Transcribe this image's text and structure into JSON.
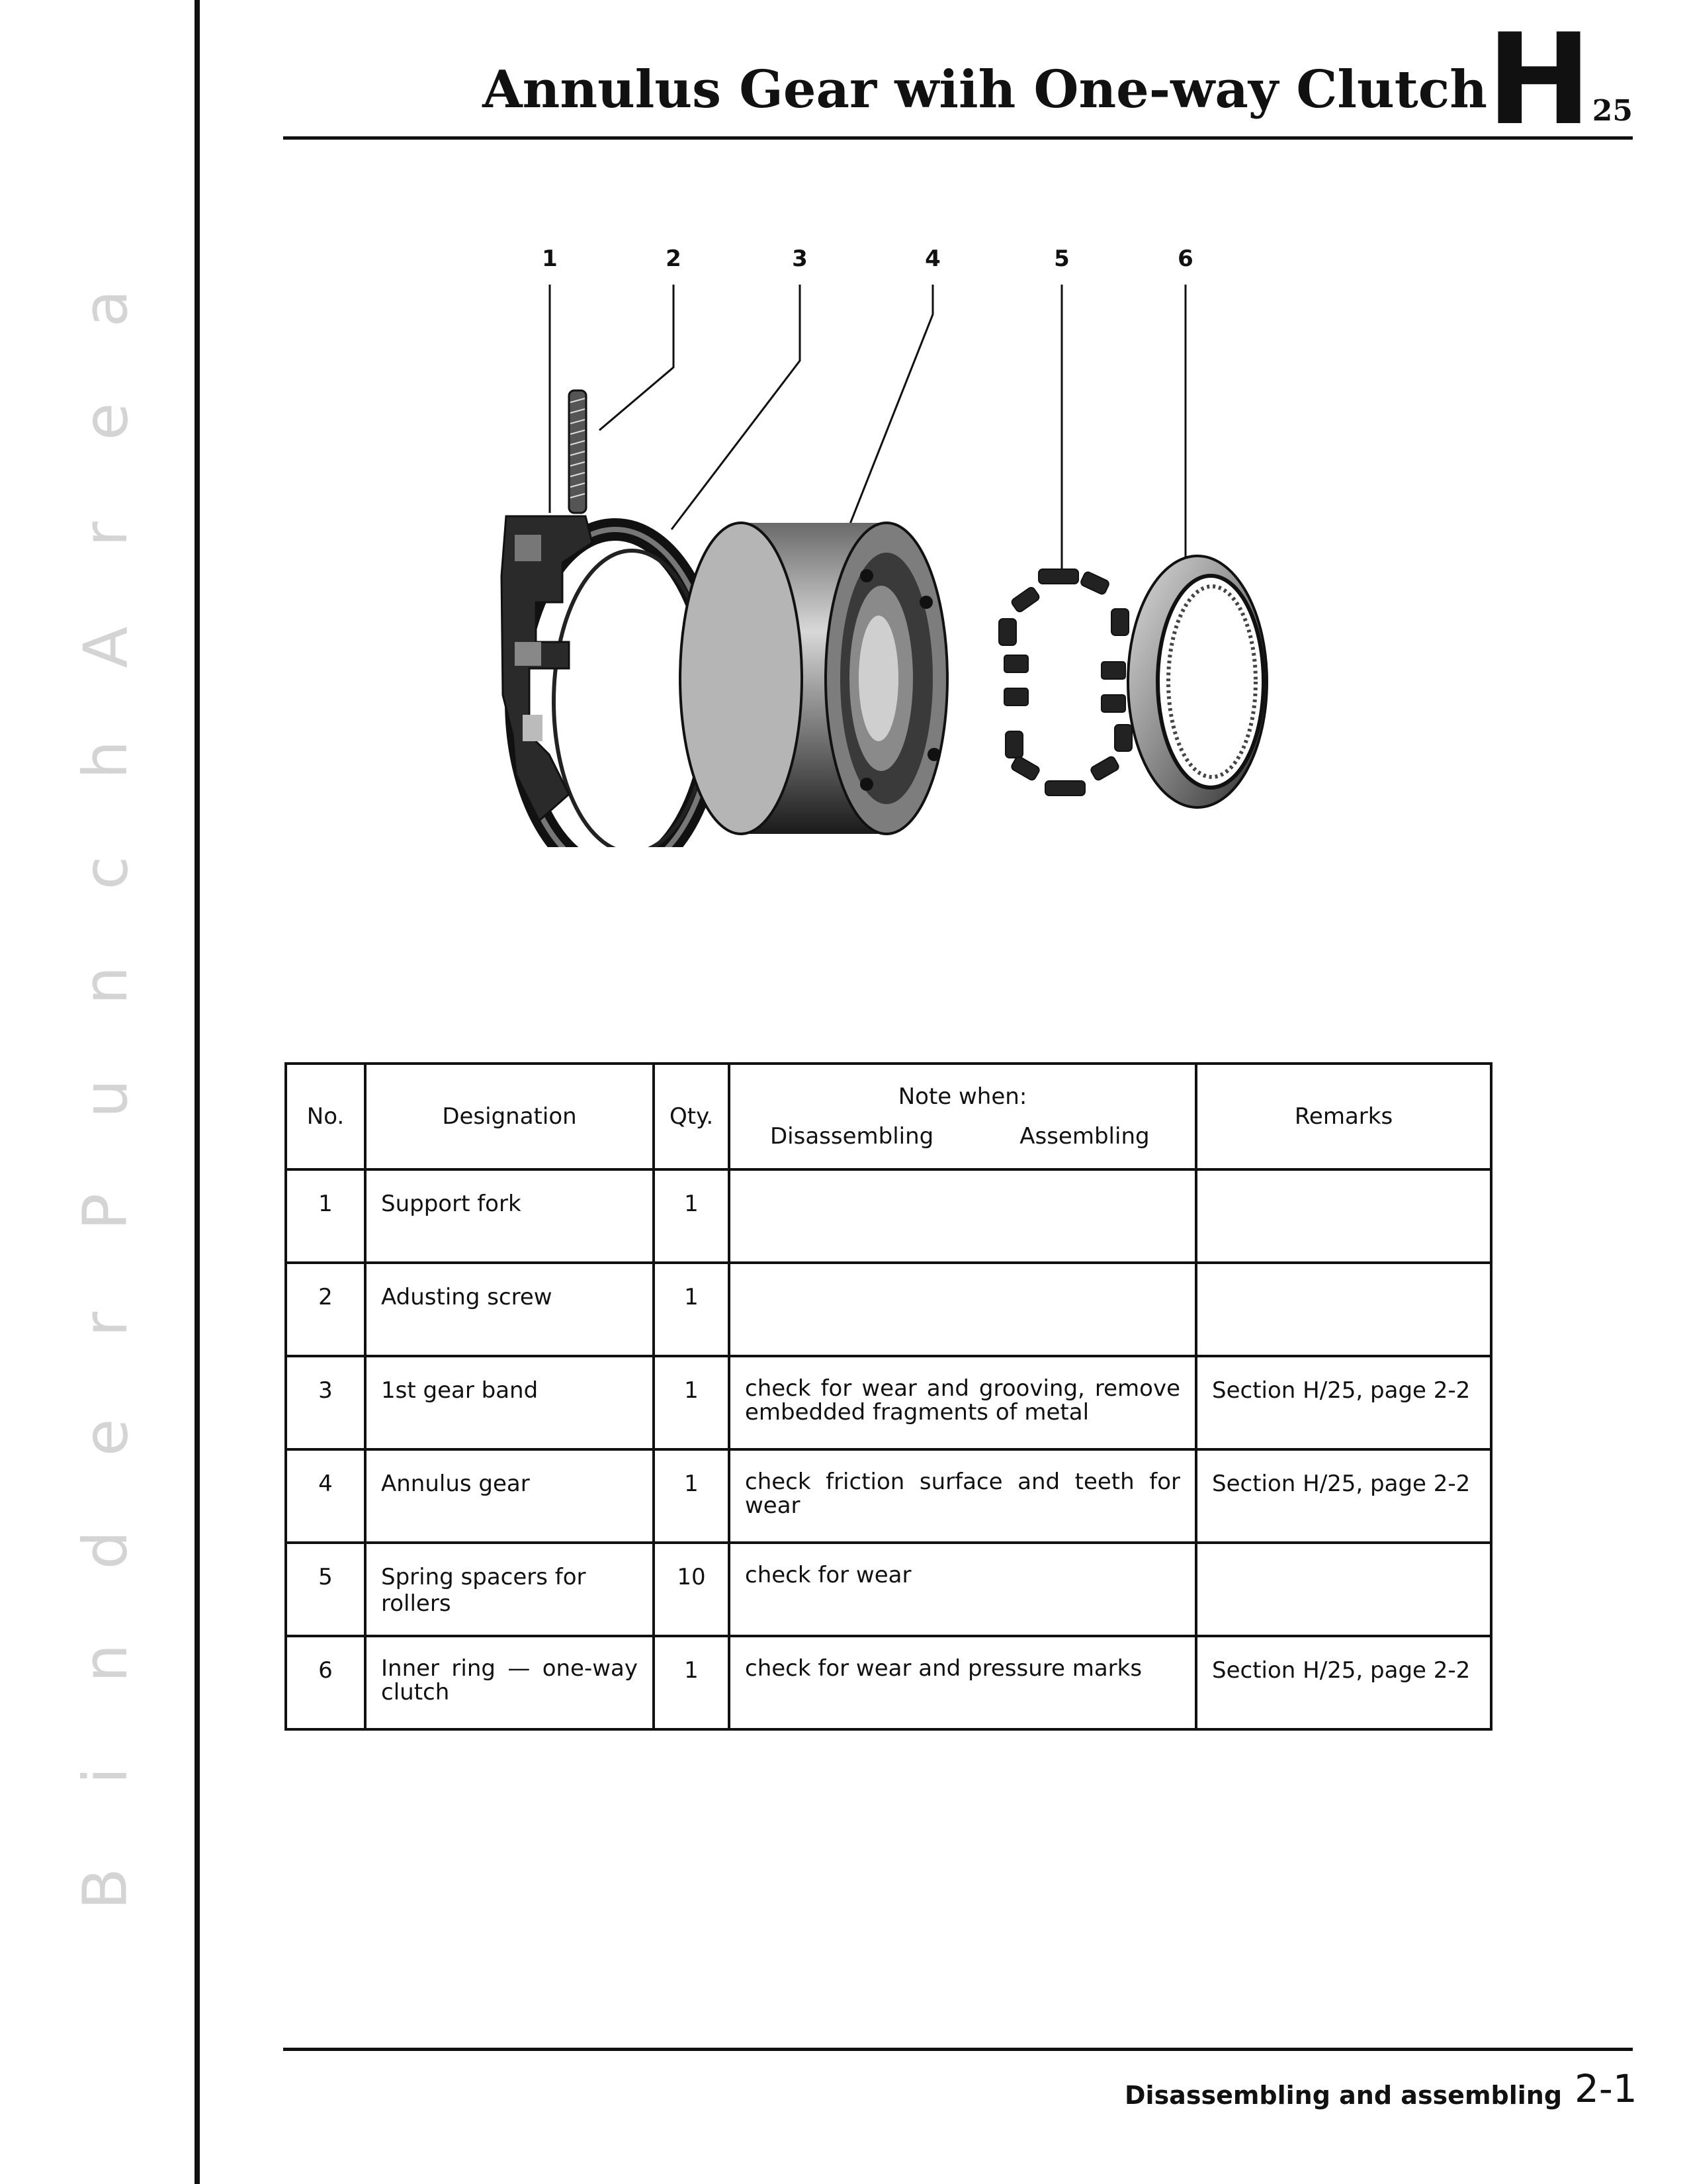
{
  "binder": {
    "letters": [
      "B",
      "i",
      "n",
      "d",
      "e",
      "r",
      "P",
      "u",
      "n",
      "c",
      "h",
      "A",
      "r",
      "e",
      "a"
    ]
  },
  "header": {
    "title": "Annulus Gear wiih One-way Clutch",
    "section_letter": "H",
    "section_number": "25"
  },
  "figure": {
    "callouts": [
      "1",
      "2",
      "3",
      "4",
      "5",
      "6"
    ]
  },
  "table": {
    "headers": {
      "no": "No.",
      "designation": "Designation",
      "qty": "Qty.",
      "note_when": "Note when:",
      "disassembling": "Disassembling",
      "assembling": "Assembling",
      "remarks": "Remarks"
    },
    "rows": [
      {
        "no": "1",
        "designation": "Support fork",
        "qty": "1",
        "note": "",
        "remarks": ""
      },
      {
        "no": "2",
        "designation": "Adusting screw",
        "qty": "1",
        "note": "",
        "remarks": ""
      },
      {
        "no": "3",
        "designation": "1st gear band",
        "qty": "1",
        "note": "check for wear and grooving, remove embedded fragments of metal",
        "remarks": "Section H/25, page 2-2"
      },
      {
        "no": "4",
        "designation": "Annulus gear",
        "qty": "1",
        "note": "check friction surface and teeth for wear",
        "remarks": "Section H/25, page 2-2"
      },
      {
        "no": "5",
        "designation": "Spring spacers for rollers",
        "qty": "10",
        "note": "check for wear",
        "remarks": ""
      },
      {
        "no": "6",
        "designation": "Inner ring — one-way clutch",
        "qty": "1",
        "note": "check for wear and pressure marks",
        "remarks": "Section H/25, page 2-2"
      }
    ]
  },
  "footer": {
    "section_title": "Disassembling and assembling",
    "page_number": "2-1"
  }
}
